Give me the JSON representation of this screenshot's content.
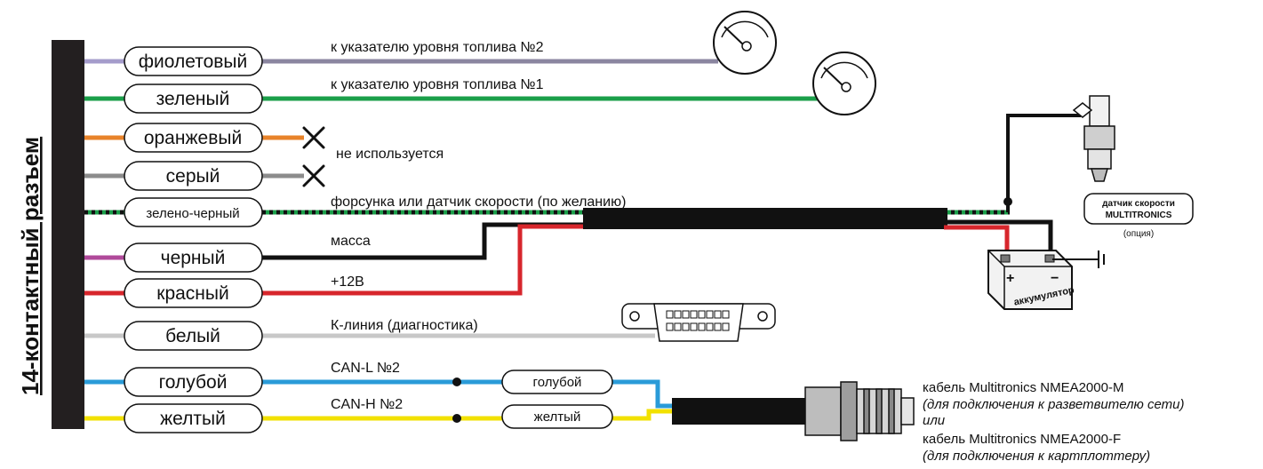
{
  "connector_title": "14-контактный разъем",
  "wires": [
    {
      "label": "фиолетовый",
      "color": "#a59ccb",
      "desc": "к указателю уровня топлива №2"
    },
    {
      "label": "зеленый",
      "color": "#1b9f4a",
      "desc": "к указателю уровня топлива №1"
    },
    {
      "label": "оранжевый",
      "color": "#e8832a",
      "desc": ""
    },
    {
      "label": "серый",
      "color": "#8c8c8c",
      "desc": ""
    },
    {
      "label": "зелено-черный",
      "color": "#1b9f4a",
      "desc": "форсунка или датчик скорости (по желанию)"
    },
    {
      "label": "черный",
      "color": "#b04a9a",
      "desc": "масса"
    },
    {
      "label": "красный",
      "color": "#d7262c",
      "desc": "+12В"
    },
    {
      "label": "белый",
      "color": "#c8c8c8",
      "desc": "К-линия (диагностика)"
    },
    {
      "label": "голубой",
      "color": "#2a9bd8",
      "desc": "CAN-L №2"
    },
    {
      "label": "желтый",
      "color": "#f2e100",
      "desc": "CAN-H №2"
    }
  ],
  "not_used_label": "не используется",
  "sensor": {
    "line1": "датчик скорости",
    "line2": "MULTITRONICS",
    "option": "(опция)"
  },
  "battery": {
    "label": "аккумулятор",
    "plus": "+",
    "minus": "−"
  },
  "secondary_pills": {
    "blue": "голубой",
    "yellow": "желтый"
  },
  "cable_notes": {
    "line1": "кабель Multitronics NMEA2000-M",
    "line2": "(для подключения к разветвителю сети)",
    "line3": "или",
    "line4": "кабель Multitronics NMEA2000-F",
    "line5": "(для подключения к картплоттеру)"
  },
  "icons": [
    "fuel-gauge-icon",
    "not-used-x-icon",
    "injector-icon",
    "battery-icon",
    "ground-icon",
    "obd-connector-icon",
    "nmea-connector-icon"
  ]
}
